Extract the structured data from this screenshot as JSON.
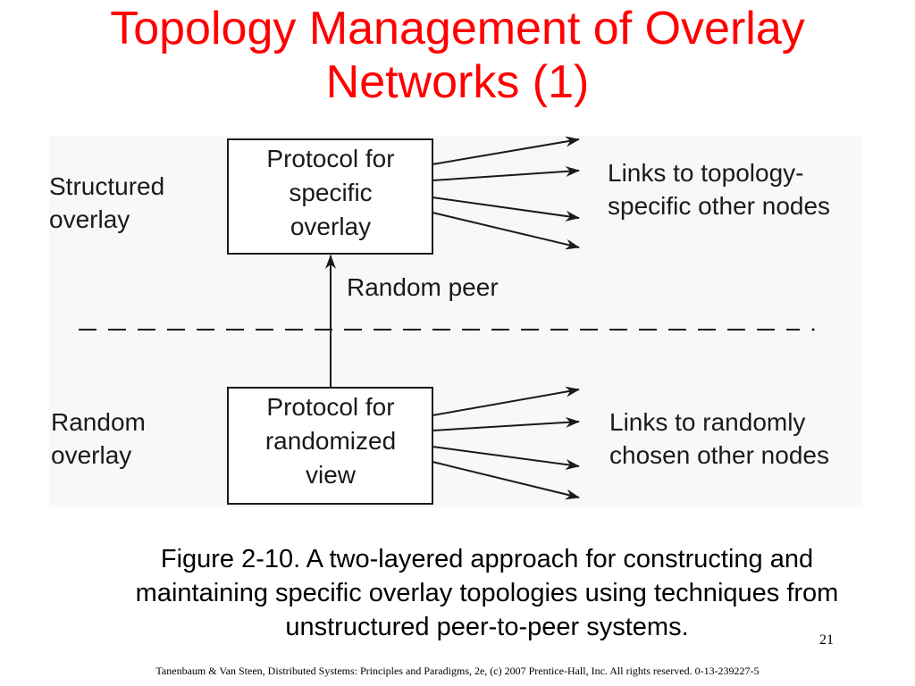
{
  "slide": {
    "title_line1": "Topology Management of Overlay",
    "title_line2": "Networks (1)",
    "title_color": "#ff0000",
    "caption_line1": "Figure 2-10. A two-layered approach for constructing and",
    "caption_line2": "maintaining specific overlay topologies using techniques from",
    "caption_line3": "unstructured peer-to-peer systems.",
    "page_number": "21",
    "footer": "Tanenbaum & Van Steen, Distributed Systems: Principles and Paradigms, 2e, (c) 2007 Prentice-Hall, Inc. All rights reserved. 0-13-239227-5"
  },
  "diagram": {
    "structured_label_line1": "Structured",
    "structured_label_line2": "overlay",
    "top_box_line1": "Protocol for",
    "top_box_line2": "specific",
    "top_box_line3": "overlay",
    "top_links_line1": "Links to topology-",
    "top_links_line2": "specific other nodes",
    "random_peer_label": "Random peer",
    "random_label_line1": "Random",
    "random_label_line2": "overlay",
    "bottom_box_line1": "Protocol for",
    "bottom_box_line2": "randomized",
    "bottom_box_line3": "view",
    "bottom_links_line1": "Links to randomly",
    "bottom_links_line2": "chosen other nodes"
  }
}
